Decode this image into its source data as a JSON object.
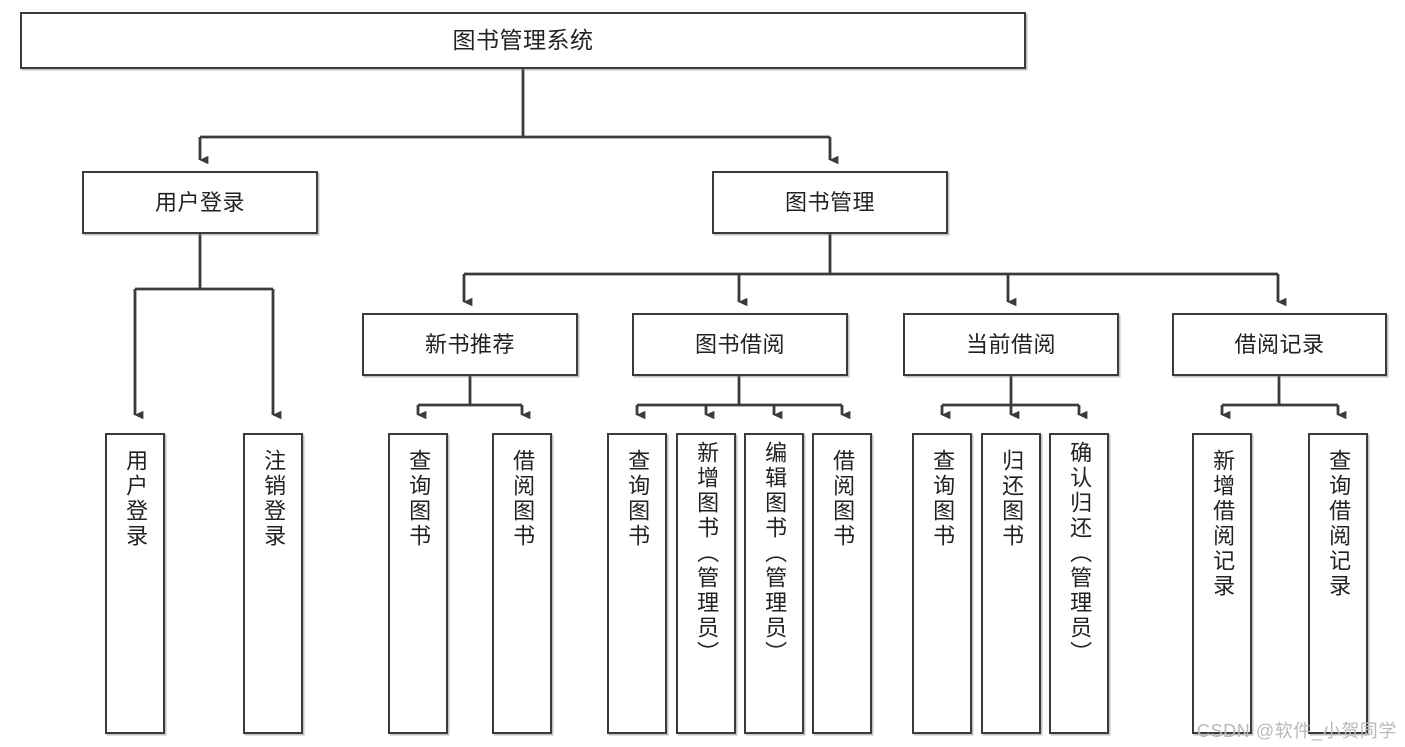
{
  "diagram": {
    "type": "tree-hierarchy",
    "title": "图书管理系统",
    "stroke_color": "#3b3b3b",
    "fill_color": "#ffffff",
    "text_color": "#222222",
    "nodes": {
      "root": {
        "label": "图书管理系统"
      },
      "level1": [
        {
          "id": "user-login",
          "label": "用户登录"
        },
        {
          "id": "book-manage",
          "label": "图书管理"
        }
      ],
      "level2": [
        {
          "id": "new-book-recommend",
          "label": "新书推荐",
          "parent": "book-manage"
        },
        {
          "id": "book-borrow",
          "label": "图书借阅",
          "parent": "book-manage"
        },
        {
          "id": "current-borrow",
          "label": "当前借阅",
          "parent": "book-manage"
        },
        {
          "id": "borrow-record",
          "label": "借阅记录",
          "parent": "book-manage"
        }
      ],
      "leaves": [
        {
          "id": "leaf-user-login",
          "label": "用户登录",
          "parent": "user-login"
        },
        {
          "id": "leaf-logout-login",
          "label": "注销登录",
          "parent": "user-login"
        },
        {
          "id": "leaf-query-book-1",
          "label": "查询图书",
          "parent": "new-book-recommend"
        },
        {
          "id": "leaf-borrow-book-1",
          "label": "借阅图书",
          "parent": "new-book-recommend"
        },
        {
          "id": "leaf-query-book-2",
          "label": "查询图书",
          "parent": "book-borrow"
        },
        {
          "id": "leaf-add-book",
          "label": "新增图书（管理员）",
          "parent": "book-borrow"
        },
        {
          "id": "leaf-edit-book",
          "label": "编辑图书（管理员）",
          "parent": "book-borrow"
        },
        {
          "id": "leaf-borrow-book-2",
          "label": "借阅图书",
          "parent": "book-borrow"
        },
        {
          "id": "leaf-query-book-3",
          "label": "查询图书",
          "parent": "current-borrow"
        },
        {
          "id": "leaf-return-book",
          "label": "归还图书",
          "parent": "current-borrow"
        },
        {
          "id": "leaf-confirm-return",
          "label": "确认归还（管理员）",
          "parent": "current-borrow"
        },
        {
          "id": "leaf-add-record",
          "label": "新增借阅记录",
          "parent": "borrow-record"
        },
        {
          "id": "leaf-query-record",
          "label": "查询借阅记录",
          "parent": "borrow-record"
        }
      ]
    }
  },
  "watermark": {
    "text": "CSDN @软件_小贺同学"
  }
}
